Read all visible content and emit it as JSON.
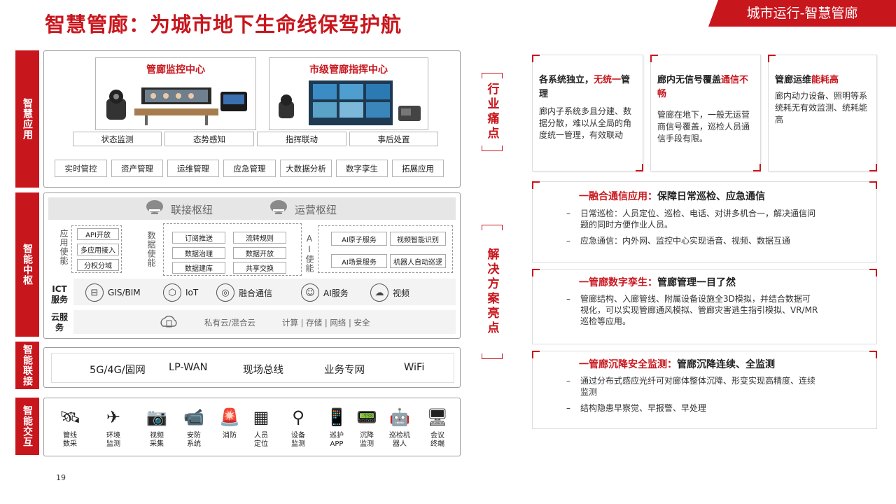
{
  "header": {
    "title": "智慧管廊：为城市地下生命线保驾护航",
    "banner": "城市运行-智慧管廊"
  },
  "sidebar": {
    "app": "智慧应用",
    "hub": "智能中枢",
    "link": "智能联接",
    "interact": "智能交互"
  },
  "app_layer": {
    "monitor_center": "管廊监控中心",
    "command_center": "市级管廊指挥中心",
    "functions": [
      "状态监测",
      "态势感知",
      "指挥联动",
      "事后处置"
    ],
    "apps": [
      "实时管控",
      "资产管理",
      "运维管理",
      "应急管理",
      "大数据分析",
      "数字孪生",
      "拓展应用"
    ]
  },
  "hub_layer": {
    "link_hub": "联接枢纽",
    "ops_hub": "运营枢纽",
    "app_enable_label": "应用使能",
    "app_enable": [
      "API开放",
      "多应用接入",
      "分权分域"
    ],
    "data_enable_label": "数据使能",
    "data_enable": [
      "订阅推送",
      "流转规则",
      "数据治理",
      "数据开放",
      "数据建库",
      "共享交换"
    ],
    "ai_enable_label": "AI使能",
    "ai_enable": [
      "AI原子服务",
      "视频智能识别",
      "AI场景服务",
      "机器人自动巡逻"
    ],
    "ict_label": "ICT服务",
    "ict": [
      "GIS/BIM",
      "IoT",
      "融合通信",
      "AI服务",
      "视频"
    ],
    "cloud_label": "云服务",
    "cloud_type": "私有云/混合云",
    "cloud_items": "计算 | 存储 | 网络 | 安全"
  },
  "link_layer": {
    "items": [
      "5G/4G/固网",
      "LP-WAN",
      "现场总线",
      "业务专网",
      "WiFi"
    ]
  },
  "interact_layer": {
    "devices": [
      {
        "label": "管线\n数采",
        "icon": "satellite-icon",
        "glyph": "🛰"
      },
      {
        "label": "环境\n监测",
        "icon": "drone-icon",
        "glyph": "✈"
      },
      {
        "label": "视频\n采集",
        "icon": "camera-icon",
        "glyph": "📷"
      },
      {
        "label": "安防\n系统",
        "icon": "security-camera-icon",
        "glyph": "📹"
      },
      {
        "label": "消防",
        "icon": "fire-alarm-icon",
        "glyph": "🚨"
      },
      {
        "label": "人员\n定位",
        "icon": "solar-panel-icon",
        "glyph": "▦"
      },
      {
        "label": "设备\n监测",
        "icon": "sensor-pole-icon",
        "glyph": "⚲"
      },
      {
        "label": "巡护\nAPP",
        "icon": "phone-app-icon",
        "glyph": "📱"
      },
      {
        "label": "沉降\n监测",
        "icon": "radio-device-icon",
        "glyph": "📟"
      },
      {
        "label": "巡检机\n器人",
        "icon": "robot-icon",
        "glyph": "🤖"
      },
      {
        "label": "会议\n终端",
        "icon": "meeting-terminal-icon",
        "glyph": "🖥"
      }
    ]
  },
  "pain_points": {
    "title": "行业痛点",
    "cards": [
      {
        "head": "各系统独立，",
        "head_red": "无统一",
        "head_tail": "管理",
        "body": "廊内子系统多且分建、数据分散，难以从全局的角度统一管理，有效联动"
      },
      {
        "head": "廊内无信号覆盖",
        "head_red": "通信不畅",
        "head_tail": "",
        "body": "管廊在地下，一般无运营商信号覆盖，巡检人员通信手段有限。"
      },
      {
        "head": "管廊运维",
        "head_red": "能耗高",
        "head_tail": "",
        "body": "廊内动力设备、照明等系统耗无有效监测、统耗能高"
      }
    ]
  },
  "solutions": {
    "title": "解决方案亮点",
    "items": [
      {
        "head_red": "一融合通信应用：",
        "head": "保障日常巡检、应急通信",
        "points": [
          "日常巡检：人员定位、巡检、电话、对讲多机合一，解决通信问题的同时方便作业人员。",
          "应急通信：内外网、监控中心实现语音、视频、数据互通"
        ]
      },
      {
        "head_red": "一管廊数字孪生：",
        "head": "管廊管理一目了然",
        "points": [
          "管廊结构、入廊管线、附属设备设施全3D模拟，并结合数据可视化，可以实现管廊通风模拟、管廊灾害逃生指引模拟、VR/MR巡检等应用。"
        ]
      },
      {
        "head_red": "一管廊沉降安全监测：",
        "head": "管廊沉降连续、全监测",
        "points": [
          "通过分布式感应光纤可对廊体整体沉降、形变实现高精度、连续监测",
          "结构隐患早察觉、早报警、早处理"
        ]
      }
    ]
  },
  "page_number": "19",
  "colors": {
    "accent": "#c8161d"
  }
}
